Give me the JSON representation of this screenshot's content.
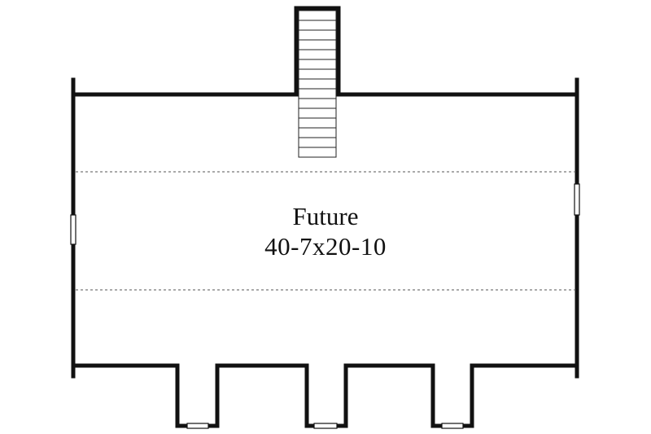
{
  "room": {
    "name": "Future",
    "dimensions": "40-7x20-10"
  },
  "colors": {
    "wall": "#111111",
    "dashed_line": "#555555",
    "stair_line": "#222222",
    "background": "#ffffff"
  },
  "stair": {
    "tread_count": 14
  },
  "dormers": {
    "count": 3
  }
}
